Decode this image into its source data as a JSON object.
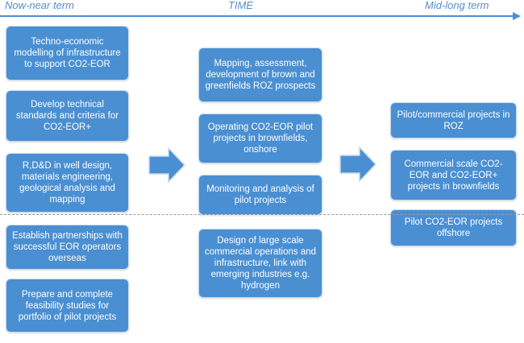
{
  "timeline": {
    "left_label": "Now-near term",
    "center_label": "TIME",
    "right_label": "Mid-long term",
    "color": "#4a8fd2"
  },
  "columns": {
    "near_term": [
      "Techno-economic modelling of infrastructure to support CO2-EOR",
      "Develop technical standards and criteria for CO2-EOR+",
      "R,D&D in well design, materials engineering, geological analysis and mapping",
      "Establish partnerships with successful EOR operators overseas",
      "Prepare and complete feasibility studies for portfolio of pilot projects"
    ],
    "middle_term": [
      "Mapping, assessment, development of brown and greenfields ROZ prospects",
      "Operating CO2-EOR pilot projects in brownfields, onshore",
      "Monitoring and analysis of pilot projects",
      "Design of large scale commercial operations and infrastructure, link with emerging industries e.g. hydrogen"
    ],
    "long_term": [
      "Pilot/commercial projects in ROZ",
      "Commercial scale CO2-EOR and CO2-EOR+ projects in brownfields",
      "Pilot CO2-EOR projects offshore"
    ]
  },
  "colors": {
    "box_fill": "#4a8fd2",
    "box_border": "#c8daf0",
    "header_text": "#5b8cc6",
    "divider": "#9a9a9a"
  }
}
